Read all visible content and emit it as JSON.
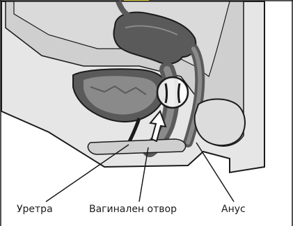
{
  "figure": {
    "labels": {
      "urethra": "Уретра",
      "vaginal_opening": "Вагинален отвор",
      "anus": "Анус"
    },
    "colors": {
      "background": "#ffffff",
      "outer_skin": "#e6e6e6",
      "soft_tissue": "#cfcfcf",
      "organ_dark": "#5a5a5a",
      "organ_mid": "#8a8a8a",
      "outline": "#1a1a1a",
      "accent_yellow": "#f2e34b"
    }
  }
}
